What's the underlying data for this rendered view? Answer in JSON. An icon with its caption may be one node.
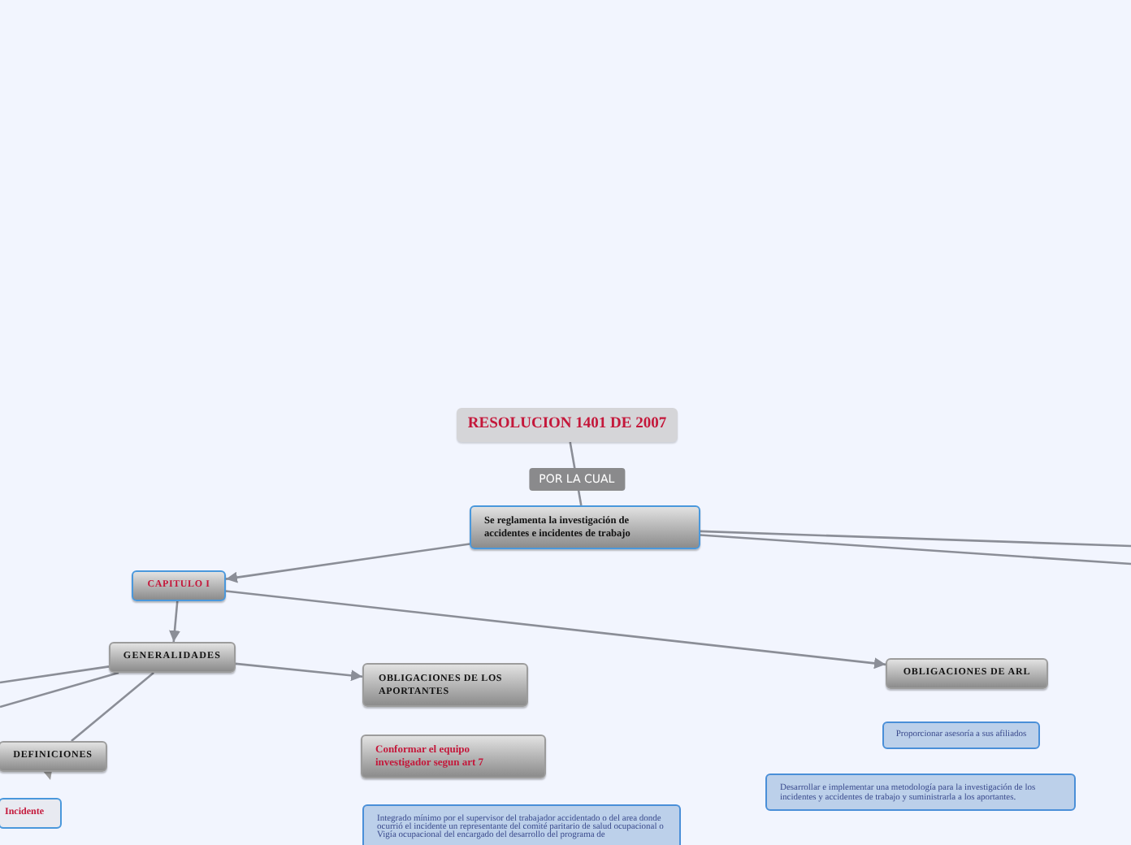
{
  "diagram": {
    "nodes": [
      {
        "text": [
          "RESOLUCION 1401 DE 2007"
        ]
      },
      {
        "text": [
          "Se reglamenta la investigación de accidentes e incidentes de trabajo"
        ]
      },
      {
        "text": [
          "CAPITULO I"
        ]
      },
      {
        "text": [
          "GENERALIDADES"
        ]
      },
      {
        "text": [
          "OBLIGACIONES DE LOS APORTANTES"
        ]
      },
      {
        "text": [
          "OBLIGACIONES DE ARL"
        ]
      },
      {
        "text": [
          "DEFINICIONES"
        ]
      },
      {
        "text": [
          "Incidente"
        ]
      },
      {
        "text": [
          "Conformar el equipo investigador segun art 7"
        ]
      },
      {
        "text": [
          "Integrado mínimo por el supervisor del trabajador accidentado o del area donde ocurrió el incidente un representante del comité paritario de salud ocupacional o Vigía ocupacional del encargado del desarrollo del programa de"
        ]
      },
      {
        "text": [
          "Proporcionar asesoría a sus afiliados"
        ]
      },
      {
        "text": [
          "Desarrollar e implementar una metodología para la investigación de los incidentes y accidentes de trabajo y suministrarla a los aportantes."
        ]
      }
    ],
    "edges": [
      {
        "from": 0,
        "to": 1,
        "arrow": "none",
        "label": "POR LA CUAL"
      },
      {
        "from": 1,
        "to": 2,
        "arrow": "to"
      },
      {
        "from": 1,
        "to": null,
        "arrow": "none"
      },
      {
        "from": 1,
        "to": null,
        "arrow": "none"
      },
      {
        "from": 2,
        "to": 3,
        "arrow": "to"
      },
      {
        "from": 2,
        "to": 5,
        "arrow": "to"
      },
      {
        "from": 3,
        "to": 4,
        "arrow": "to"
      },
      {
        "from": 3,
        "to": null,
        "arrow": "none"
      },
      {
        "from": 3,
        "to": null,
        "arrow": "none"
      },
      {
        "from": 3,
        "to": 6,
        "arrow": "none"
      }
    ]
  }
}
